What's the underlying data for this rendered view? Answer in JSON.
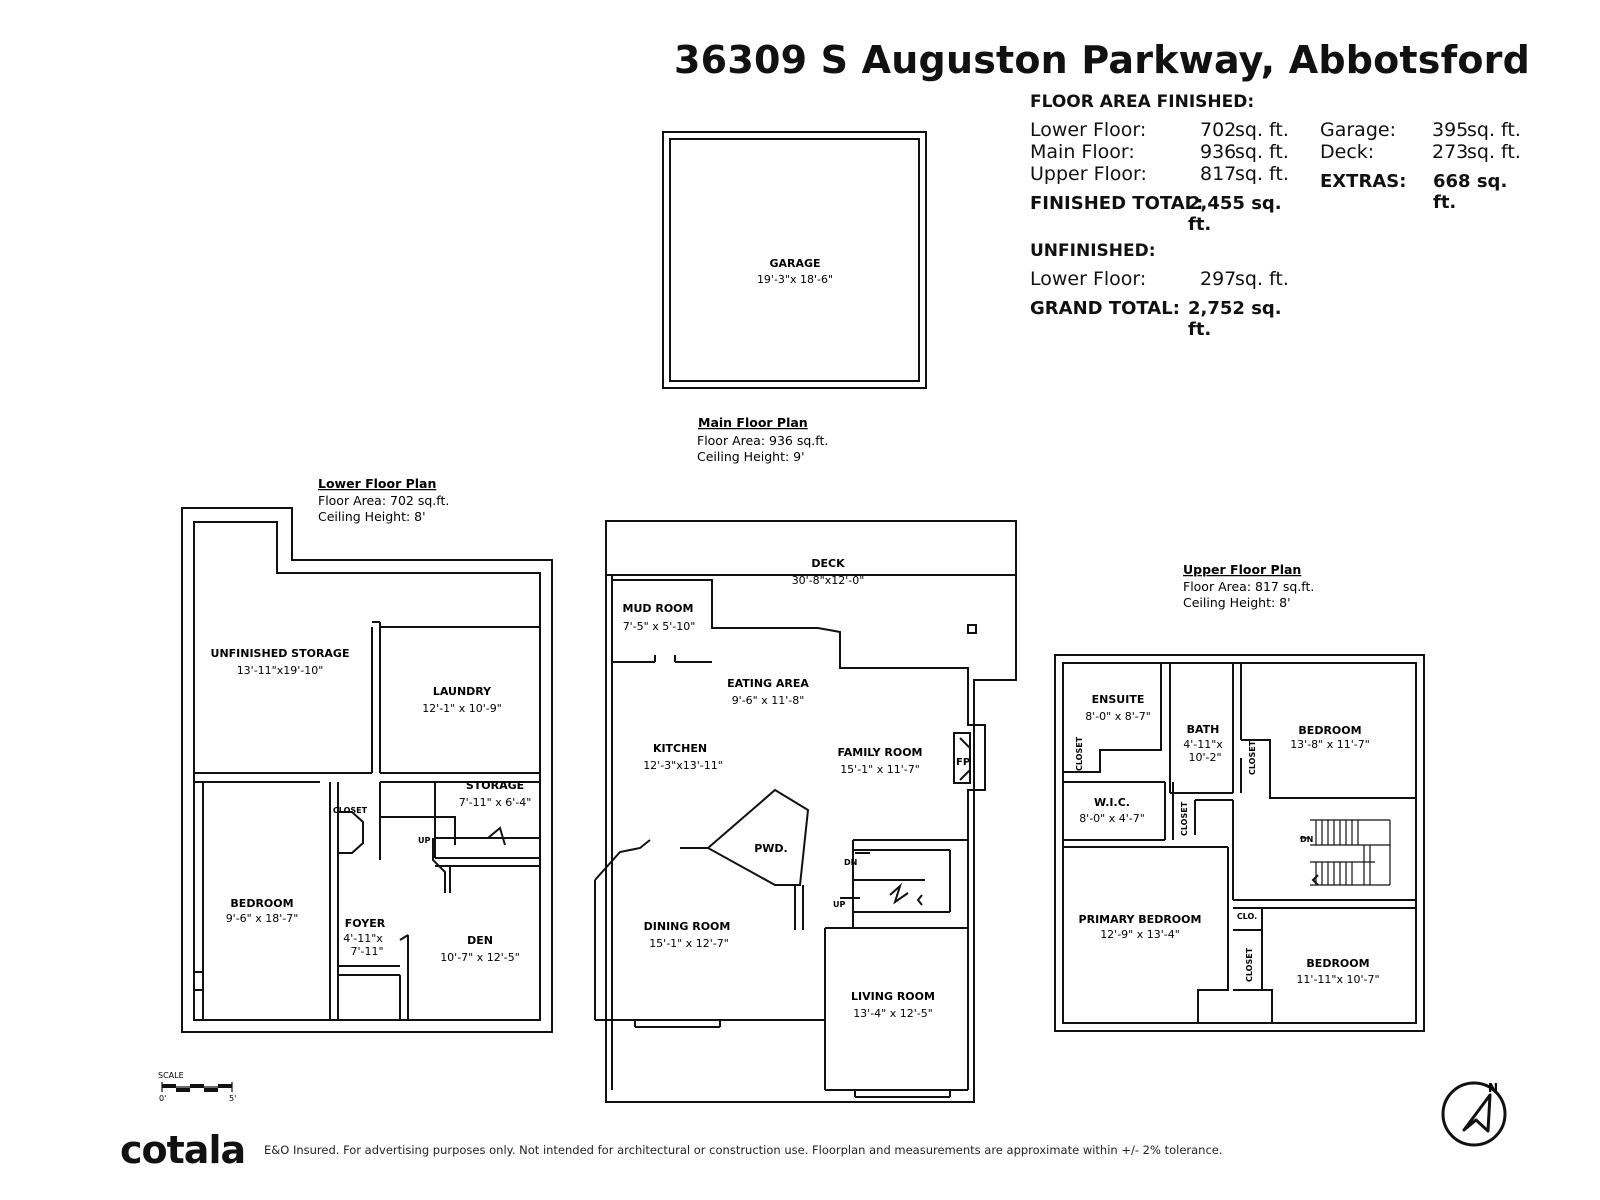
{
  "title": "36309 S Auguston Parkway, Abbotsford",
  "floor_area": {
    "finished_heading": "FLOOR AREA FINISHED:",
    "rows": [
      {
        "label": "Lower Floor:",
        "value": "702",
        "unit": "sq. ft."
      },
      {
        "label": "Main Floor:",
        "value": "936",
        "unit": "sq. ft."
      },
      {
        "label": "Upper Floor:",
        "value": "817",
        "unit": "sq. ft."
      }
    ],
    "finished_total_label": "FINISHED TOTAL:",
    "finished_total_value": "2,455 sq. ft.",
    "extras": [
      {
        "label": "Garage:",
        "value": "395",
        "unit": "sq. ft."
      },
      {
        "label": "Deck:",
        "value": "273",
        "unit": "sq. ft."
      }
    ],
    "extras_label": "EXTRAS:",
    "extras_value": "668 sq. ft.",
    "unfinished_heading": "UNFINISHED:",
    "unfinished_label": "Lower Floor:",
    "unfinished_value": "297",
    "unfinished_unit": "sq. ft.",
    "grand_total_label": "GRAND TOTAL:",
    "grand_total_value": "2,752 sq. ft."
  },
  "garage": {
    "name": "GARAGE",
    "dim": "19'-3\"x 18'-6\""
  },
  "main_plan": {
    "title": "Main Floor Plan",
    "area": "Floor Area: 936 sq.ft.",
    "ceiling": "Ceiling Height: 9'",
    "rooms": {
      "deck": {
        "name": "DECK",
        "dim": "30'-8\"x12'-0\""
      },
      "mud_room": {
        "name": "MUD ROOM",
        "dim": "7'-5\" x 5'-10\""
      },
      "eating_area": {
        "name": "EATING AREA",
        "dim": "9'-6\" x 11'-8\""
      },
      "kitchen": {
        "name": "KITCHEN",
        "dim": "12'-3\"x13'-11\""
      },
      "family_room": {
        "name": "FAMILY ROOM",
        "dim": "15'-1\" x 11'-7\""
      },
      "pwd": {
        "name": "PWD."
      },
      "dining_room": {
        "name": "DINING ROOM",
        "dim": "15'-1\" x 12'-7\""
      },
      "living_room": {
        "name": "LIVING ROOM",
        "dim": "13'-4\" x 12'-5\""
      },
      "fp": "FP",
      "dn": "DN",
      "up": "UP"
    }
  },
  "lower_plan": {
    "title": "Lower Floor Plan",
    "area": "Floor Area: 702 sq.ft.",
    "ceiling": "Ceiling Height: 8'",
    "rooms": {
      "unfinished_storage": {
        "name": "UNFINISHED STORAGE",
        "dim": "13'-11\"x19'-10\""
      },
      "laundry": {
        "name": "LAUNDRY",
        "dim": "12'-1\" x 10'-9\""
      },
      "storage": {
        "name": "STORAGE",
        "dim": "7'-11\" x  6'-4\""
      },
      "closet": "CLOSET",
      "bedroom": {
        "name": "BEDROOM",
        "dim": "9'-6\" x 18'-7\""
      },
      "foyer": {
        "name": "FOYER",
        "dim1": "4'-11\"x",
        "dim2": "7'-11\""
      },
      "den": {
        "name": "DEN",
        "dim": "10'-7\" x 12'-5\""
      },
      "up": "UP"
    }
  },
  "upper_plan": {
    "title": "Upper Floor Plan",
    "area": "Floor Area: 817 sq.ft.",
    "ceiling": "Ceiling Height: 8'",
    "rooms": {
      "ensuite": {
        "name": "ENSUITE",
        "dim": "8'-0\" x  8'-7\""
      },
      "bath": {
        "name": "BATH",
        "dim1": "4'-11\"x",
        "dim2": "10'-2\""
      },
      "bedroom1": {
        "name": "BEDROOM",
        "dim": "13'-8\" x 11'-7\""
      },
      "wic": {
        "name": "W.I.C.",
        "dim": "8'-0\" x  4'-7\""
      },
      "primary_bedroom": {
        "name": "PRIMARY BEDROOM",
        "dim": "12'-9\" x 13'-4\""
      },
      "bedroom2": {
        "name": "BEDROOM",
        "dim": "11'-11\"x 10'-7\""
      },
      "closet": "CLOSET",
      "clo": "CLO.",
      "dn": "DN"
    }
  },
  "scale": {
    "label": "SCALE",
    "min": "0'",
    "max": "5'"
  },
  "compass": "N",
  "brand": "cotala",
  "disclaimer": "E&O Insured. For advertising purposes only. Not intended for architectural or construction use. Floorplan and measurements are approximate within +/- 2% tolerance."
}
